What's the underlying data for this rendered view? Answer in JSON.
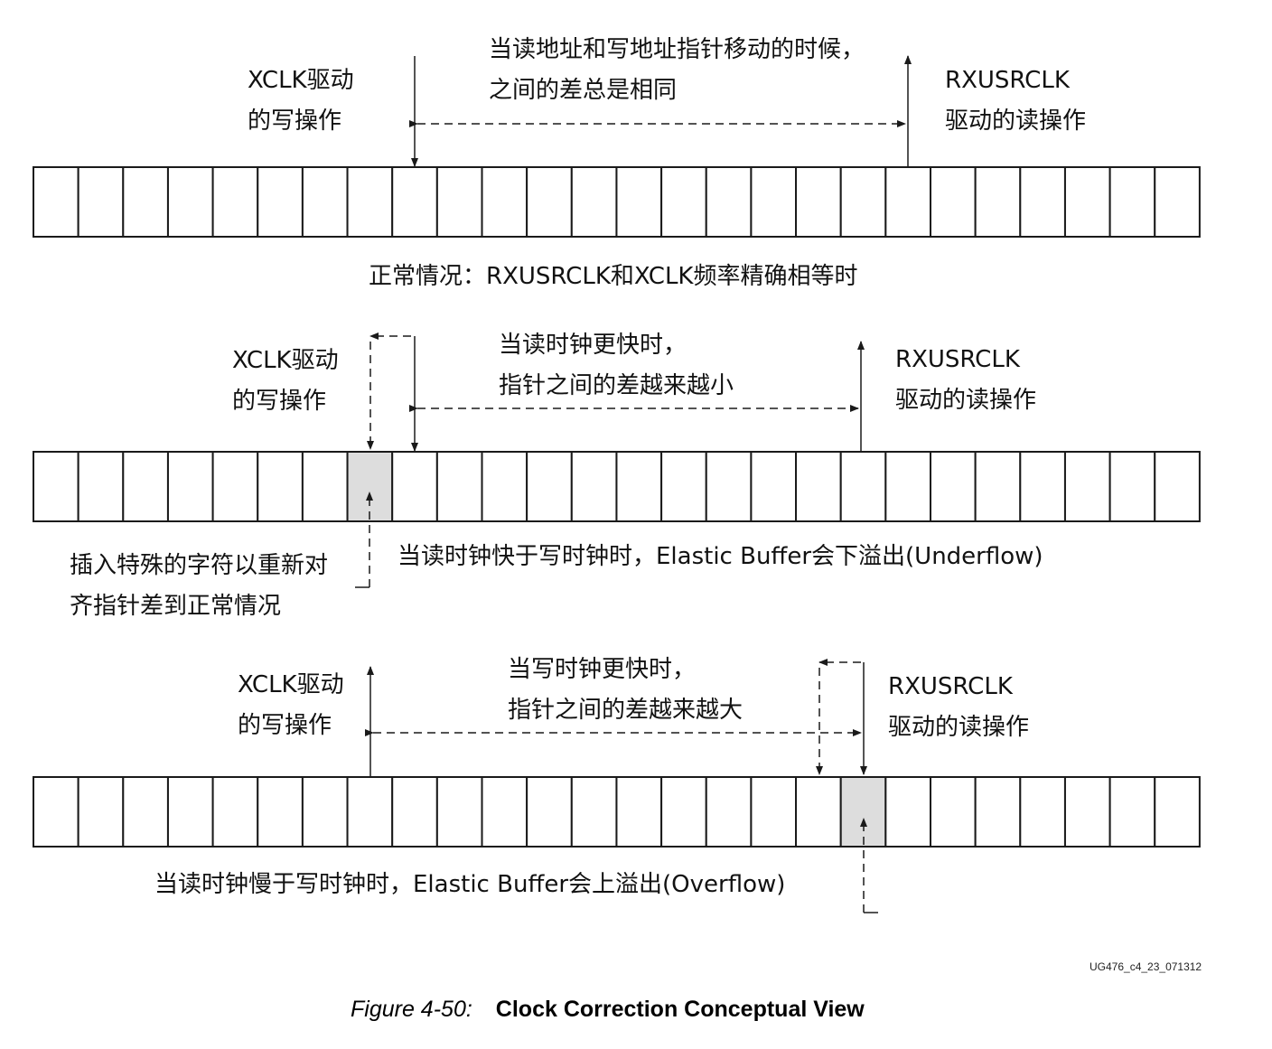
{
  "panels": [
    {
      "write_label": [
        "XCLK驱动",
        "的写操作"
      ],
      "read_label": [
        "RXUSRCLK",
        "驱动的读操作"
      ],
      "note": [
        "当读地址和写地址指针移动的时候，",
        "之间的差总是相同"
      ],
      "caption": "正常情况：RXUSRCLK和XCLK频率精确相等时"
    },
    {
      "write_label": [
        "XCLK驱动",
        "的写操作"
      ],
      "read_label": [
        "RXUSRCLK",
        "驱动的读操作"
      ],
      "note": [
        "当读时钟更快时，",
        "指针之间的差越来越小"
      ],
      "side_note": [
        "插入特殊的字符以重新对",
        "齐指针差到正常情况"
      ],
      "caption": "当读时钟快于写时钟时，Elastic Buffer会下溢出(Underflow)"
    },
    {
      "write_label": [
        "XCLK驱动",
        "的写操作"
      ],
      "read_label": [
        "RXUSRCLK",
        "驱动的读操作"
      ],
      "note": [
        "当写时钟更快时，",
        "指针之间的差越来越大"
      ],
      "caption": "当读时钟慢于写时钟时，Elastic Buffer会上溢出(Overflow)"
    }
  ],
  "figure_id": "UG476_c4_23_071312",
  "figure_number": "Figure 4-50:",
  "figure_title": "Clock Correction Conceptual View",
  "colors": {
    "cell_border": "#1a1a1a",
    "highlight_cell": "#dddddd",
    "line": "#1a1a1a"
  }
}
